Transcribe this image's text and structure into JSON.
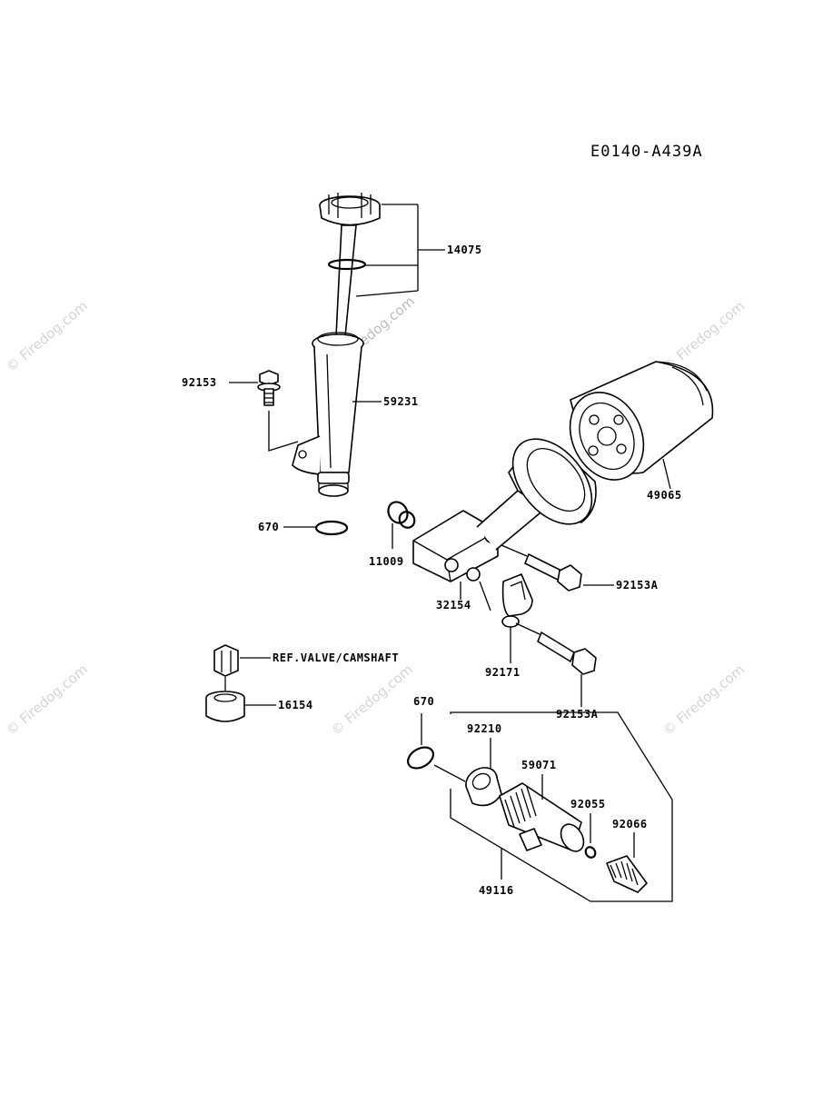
{
  "diagram_code": "E0140-A439A",
  "watermark": "© Firedog.com",
  "parts": {
    "p14075": "14075",
    "p92153": "92153",
    "p59231": "59231",
    "p670_top": "670",
    "p11009": "11009",
    "p32154": "32154",
    "p49065": "49065",
    "p92153A_1": "92153A",
    "p92171": "92171",
    "p92153A_2": "92153A",
    "p_ref": "REF.VALVE/CAMSHAFT",
    "p16154": "16154",
    "p670_bottom": "670",
    "p92210": "92210",
    "p59071": "59071",
    "p92055": "92055",
    "p92066": "92066",
    "p49116": "49116"
  }
}
